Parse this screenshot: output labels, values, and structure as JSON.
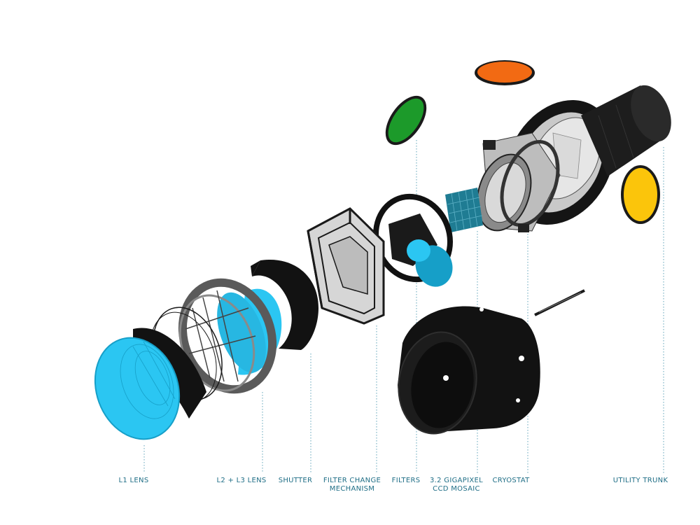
{
  "colors": {
    "label": "#1f6e86",
    "leader": "#5fa3b8",
    "lens_cyan": "#2bc6f2",
    "lens_cyan_dark": "#169fc8",
    "filter_green": "#1c9a2a",
    "filter_orange": "#f26a13",
    "filter_yellow": "#fbc50b",
    "ccd_blue": "#1f7c93",
    "body_black": "#121212"
  },
  "labels": {
    "l1_lens": "L1 LENS",
    "l2_l3_lens": "L2 + L3 LENS",
    "shutter": "SHUTTER",
    "filter_change_1": "FILTER CHANGE",
    "filter_change_2": "MECHANISM",
    "filters": "FILTERS",
    "ccd_1": "3.2 GIGAPIXEL",
    "ccd_2": "CCD MOSAIC",
    "cryostat": "CRYOSTAT",
    "utility_trunk": "UTILITY TRUNK"
  }
}
